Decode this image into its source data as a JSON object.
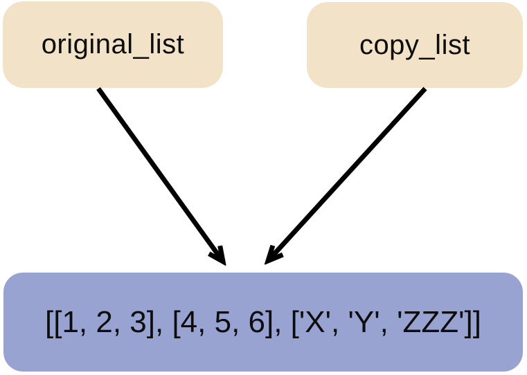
{
  "diagram": {
    "description": "Two variables pointing to the same list object",
    "nodes": {
      "original": {
        "label": "original_list"
      },
      "copy": {
        "label": "copy_list"
      },
      "list_value": {
        "label": "[[1, 2, 3], [4, 5, 6], ['X', 'Y', 'ZZZ']]"
      }
    },
    "edges": [
      {
        "from": "original_list",
        "to": "list_value",
        "style": "arrow"
      },
      {
        "from": "copy_list",
        "to": "list_value",
        "style": "arrow"
      }
    ],
    "colors": {
      "variable_box_bg": "#f2e3c8",
      "list_box_bg": "#98a3d2",
      "arrow": "#000000",
      "text": "#0d0d0d",
      "background": "#ffffff"
    }
  }
}
